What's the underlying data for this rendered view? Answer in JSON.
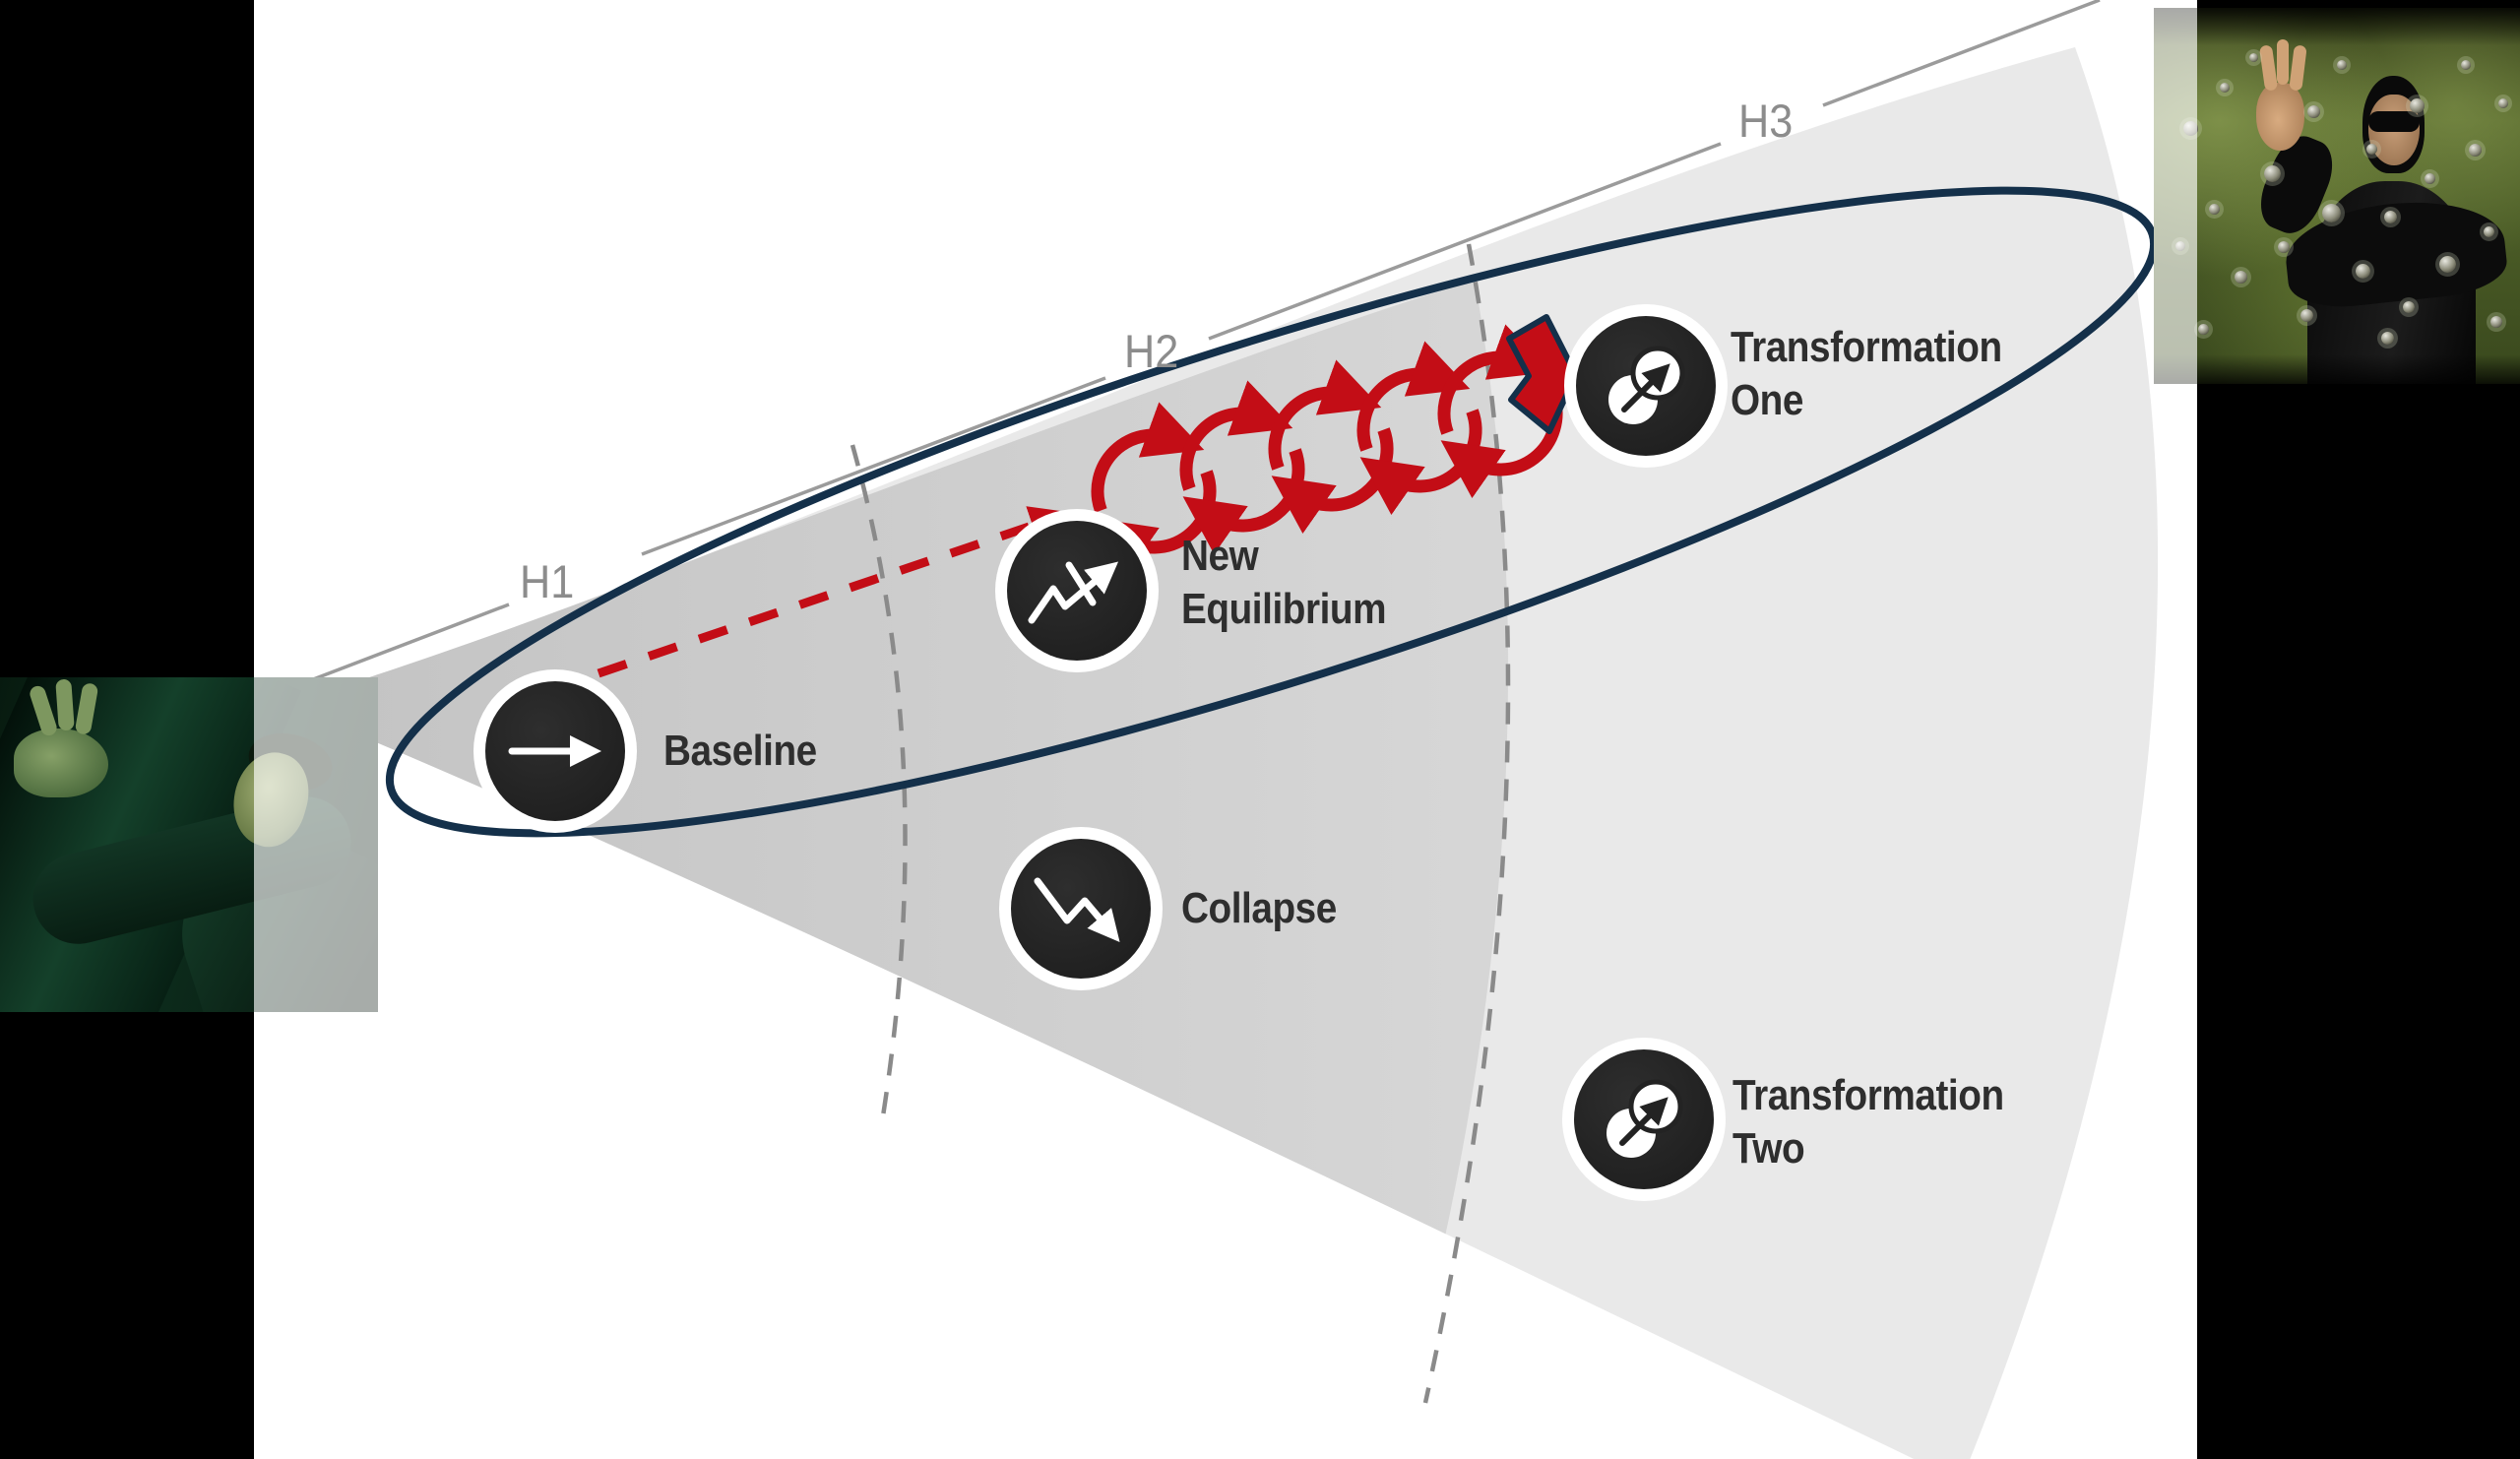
{
  "diagram": {
    "type": "three-horizons-futures-cone",
    "horizon_labels": {
      "h1": "H1",
      "h2": "H2",
      "h3": "H3"
    },
    "nodes": {
      "baseline": {
        "label": "Baseline",
        "icon": "arrow-right-icon"
      },
      "new_equilibrium": {
        "label": "New Equilibrium",
        "icon": "broken-trajectory-icon"
      },
      "collapse": {
        "label": "Collapse",
        "icon": "downward-zigzag-icon"
      },
      "transformation_one": {
        "label": "Transformation One",
        "icon": "overlapping-circles-arrow-icon"
      },
      "transformation_two": {
        "label": "Transformation Two",
        "icon": "overlapping-circles-arrow-icon"
      }
    },
    "colors": {
      "accent_red": "#c30d16",
      "navy_outline": "#14304a",
      "band_inner_dark": "#c6c6c6",
      "band_inner_light": "#d6d6d6",
      "band_outer": "#e9e9e9",
      "label_text": "#2e2e2e",
      "horizon_label_text": "#8c8c8c",
      "pillar_black": "#000000",
      "slide_background": "#ffffff"
    }
  }
}
